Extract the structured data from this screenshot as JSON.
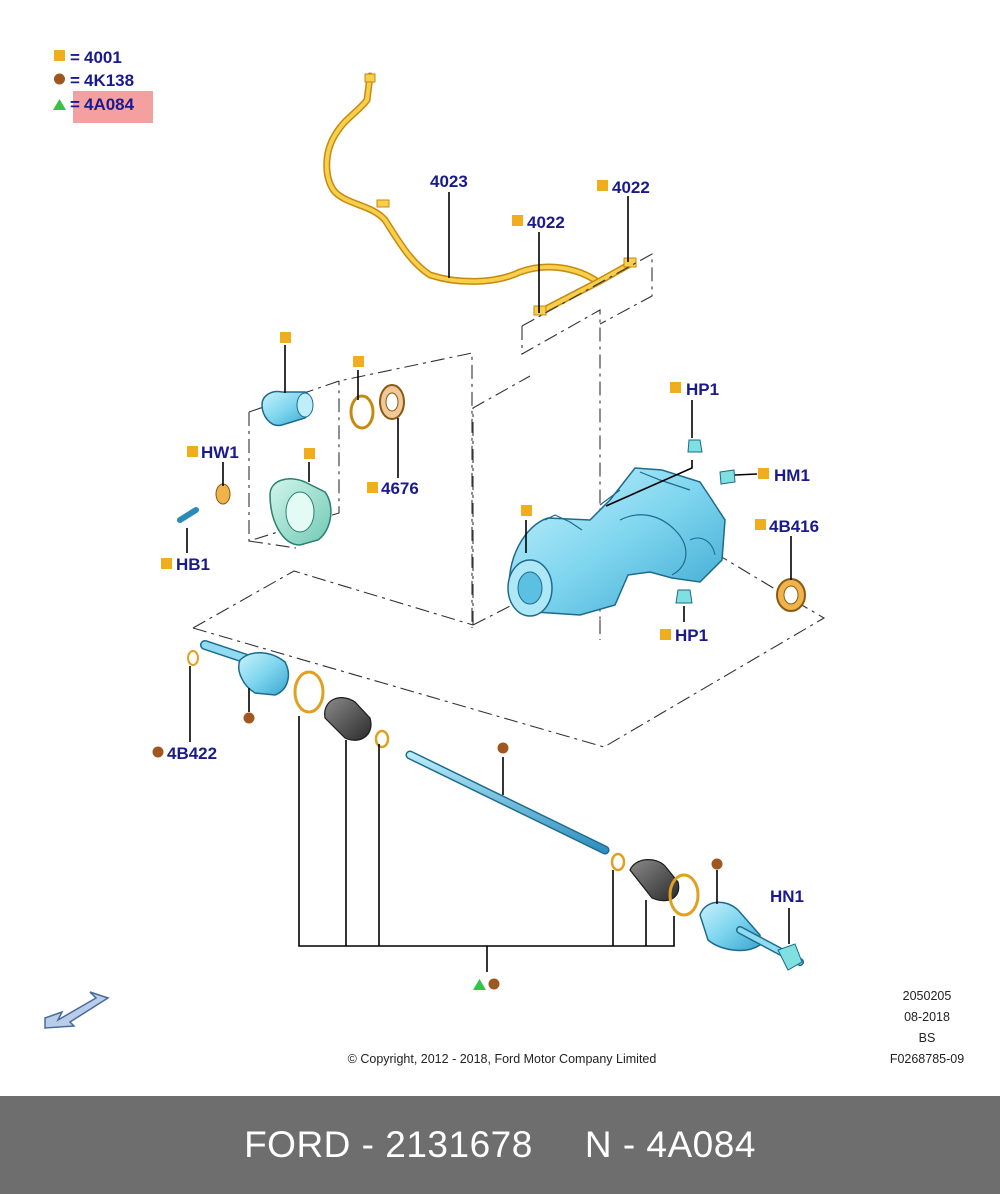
{
  "legend": {
    "square_code": "4001",
    "circle_code": "4K138",
    "triangle_code": "4A084",
    "equals": "="
  },
  "callouts": {
    "c4023": "4023",
    "c4022a": "4022",
    "c4022b": "4022",
    "hp1_top": "HP1",
    "hm1": "HM1",
    "c4b416": "4B416",
    "hp1_bottom": "HP1",
    "hw1": "HW1",
    "c4676": "4676",
    "hb1": "HB1",
    "c4b422": "4B422",
    "hn1": "HN1"
  },
  "meta": {
    "code1": "2050205",
    "date": "08-2018",
    "bs": "BS",
    "ref": "F0268785-09",
    "copyright": "© Copyright, 2012 - 2018, Ford Motor Company Limited"
  },
  "footer": {
    "brand_part": "FORD - 2131678",
    "ref_part": "N - 4A084"
  },
  "colors": {
    "square": "#f0ad1e",
    "circle": "#a0561f",
    "triangle": "#36c24a",
    "highlight": "#f4a0a0",
    "label": "#1a1a8c",
    "part_blue": "#7fd6ef",
    "hose": "#f5c242",
    "footer_bg": "#6e6e6e"
  }
}
